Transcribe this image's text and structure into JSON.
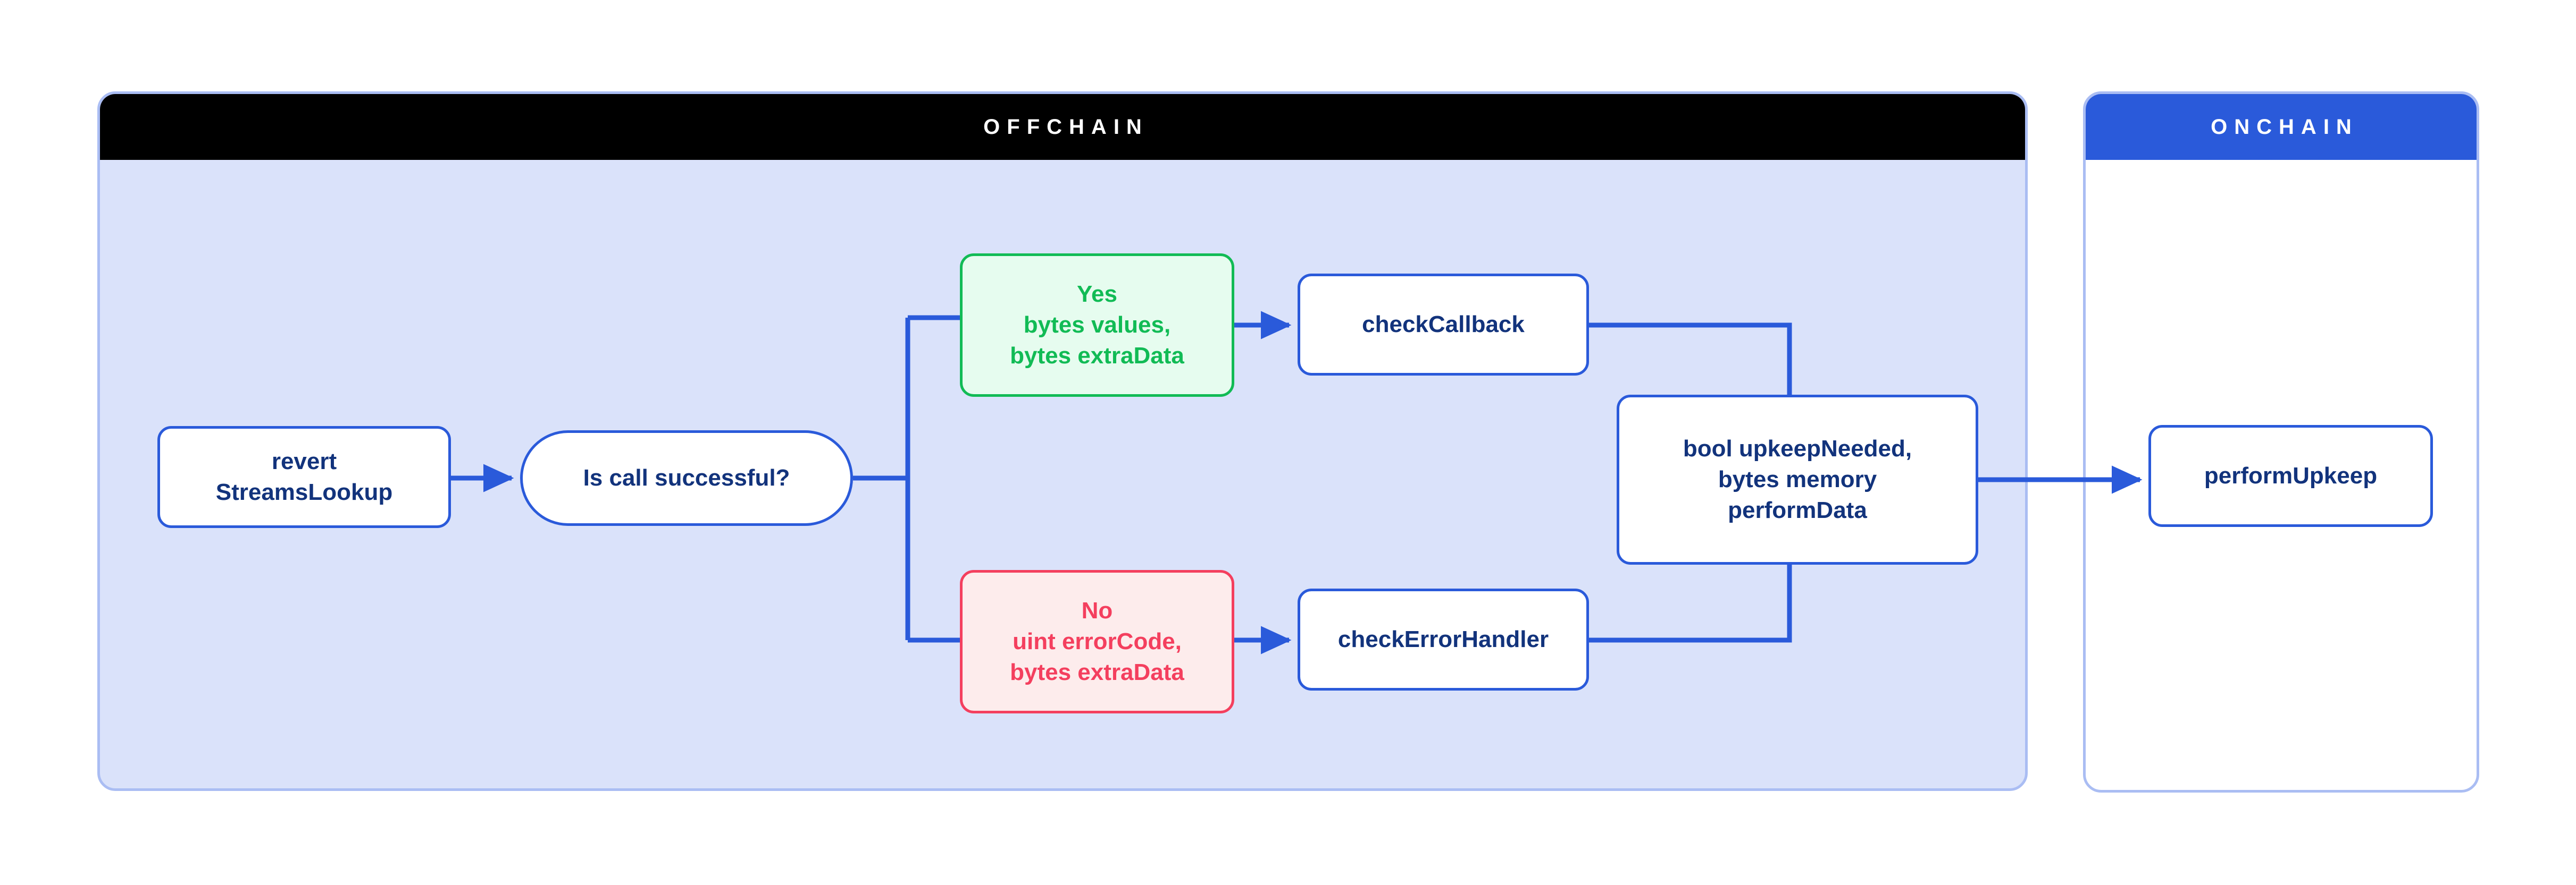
{
  "diagram": {
    "type": "flowchart",
    "title": "Chainlink Automation StreamsLookup flow",
    "panels": [
      {
        "id": "offchain",
        "label": "OFFCHAIN",
        "header_bg": "#000000",
        "body_bg": "#dae2fa",
        "border": "#aabdf3"
      },
      {
        "id": "onchain",
        "label": "ONCHAIN",
        "header_bg": "#2a5ada",
        "body_bg": "#ffffff",
        "border": "#aabdf3"
      }
    ],
    "colors": {
      "accent_blue": "#2a5ada",
      "node_text_navy": "#12337c",
      "success_green": "#11bb55",
      "success_green_bg": "#e6fcef",
      "error_red": "#f43f5e",
      "error_red_bg": "#fdecec",
      "panel_bg": "#dae2fa",
      "panel_border": "#aabdf3",
      "connector": "#2a5ada"
    },
    "nodes": [
      {
        "id": "revert",
        "panel": "offchain",
        "shape": "rounded-rect",
        "variant": "blue",
        "lines": [
          "revert",
          "StreamsLookup"
        ]
      },
      {
        "id": "decision",
        "panel": "offchain",
        "shape": "pill",
        "variant": "blue",
        "lines": [
          "Is call successful?"
        ]
      },
      {
        "id": "yes",
        "panel": "offchain",
        "shape": "rounded-rect",
        "variant": "green",
        "lines": [
          "Yes",
          "bytes values,",
          "bytes extraData"
        ]
      },
      {
        "id": "no",
        "panel": "offchain",
        "shape": "rounded-rect",
        "variant": "red",
        "lines": [
          "No",
          "uint errorCode,",
          "bytes extraData"
        ]
      },
      {
        "id": "check_callback",
        "panel": "offchain",
        "shape": "rounded-rect",
        "variant": "blue",
        "lines": [
          "checkCallback"
        ]
      },
      {
        "id": "check_error",
        "panel": "offchain",
        "shape": "rounded-rect",
        "variant": "blue",
        "lines": [
          "checkErrorHandler"
        ]
      },
      {
        "id": "upkeep_needed",
        "panel": "offchain",
        "shape": "rounded-rect",
        "variant": "blue",
        "lines": [
          "bool upkeepNeeded,",
          "bytes memory",
          "performData"
        ]
      },
      {
        "id": "perform_upkeep",
        "panel": "onchain",
        "shape": "rounded-rect",
        "variant": "blue",
        "lines": [
          "performUpkeep"
        ]
      }
    ],
    "edges": [
      {
        "from": "revert",
        "to": "decision",
        "arrow": true,
        "style": "straight"
      },
      {
        "from": "decision",
        "to": "yes",
        "arrow": false,
        "style": "elbow-up"
      },
      {
        "from": "decision",
        "to": "no",
        "arrow": false,
        "style": "elbow-down"
      },
      {
        "from": "yes",
        "to": "check_callback",
        "arrow": true,
        "style": "straight"
      },
      {
        "from": "no",
        "to": "check_error",
        "arrow": true,
        "style": "straight"
      },
      {
        "from": "check_callback",
        "to": "upkeep_needed",
        "arrow": false,
        "style": "elbow-down-into-top"
      },
      {
        "from": "check_error",
        "to": "upkeep_needed",
        "arrow": false,
        "style": "elbow-up-into-bottom"
      },
      {
        "from": "upkeep_needed",
        "to": "perform_upkeep",
        "arrow": true,
        "style": "straight-cross-panel"
      }
    ]
  },
  "labels": {
    "offchain_header": "OFFCHAIN",
    "onchain_header": "ONCHAIN",
    "revert_l1": "revert",
    "revert_l2": "StreamsLookup",
    "decision": "Is call successful?",
    "yes_l1": "Yes",
    "yes_l2": "bytes values,",
    "yes_l3": "bytes extraData",
    "no_l1": "No",
    "no_l2": "uint errorCode,",
    "no_l3": "bytes extraData",
    "check_callback": "checkCallback",
    "check_error_handler": "checkErrorHandler",
    "upkeep_l1": "bool upkeepNeeded,",
    "upkeep_l2": "bytes memory",
    "upkeep_l3": "performData",
    "perform_upkeep": "performUpkeep"
  }
}
